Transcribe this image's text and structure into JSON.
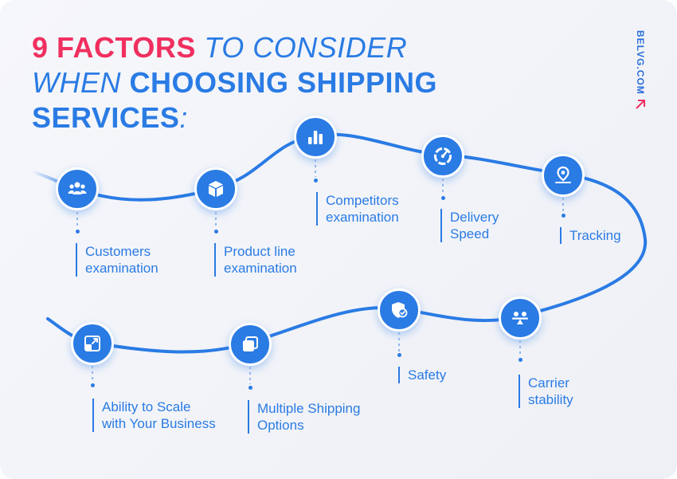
{
  "title": {
    "line1_bold": "9 FACTORS",
    "line1_light": " TO CONSIDER",
    "line2_light": "WHEN ",
    "line2_bold": "CHOOSING SHIPPING",
    "line3_bold": "SERVICES",
    "line3_colon": ":"
  },
  "brand": {
    "text": "BELVG.COM"
  },
  "colors": {
    "accent_blue": "#2a7be4",
    "accent_red": "#f0305f",
    "background": "#f2f4f9"
  },
  "factors": [
    {
      "icon": "people-icon",
      "line1": "Customers",
      "line2": "examination"
    },
    {
      "icon": "box-icon",
      "line1": "Product line",
      "line2": "examination"
    },
    {
      "icon": "bar-chart-icon",
      "line1": "Competitors",
      "line2": "examination"
    },
    {
      "icon": "speedometer-icon",
      "line1": "Delivery",
      "line2": "Speed"
    },
    {
      "icon": "location-pin-icon",
      "line1": "Tracking",
      "line2": ""
    },
    {
      "icon": "scale-balance-icon",
      "line1": "Carrier",
      "line2": "stability"
    },
    {
      "icon": "shield-check-icon",
      "line1": "Safety",
      "line2": ""
    },
    {
      "icon": "layers-icon",
      "line1": "Multiple Shipping",
      "line2": "Options"
    },
    {
      "icon": "expand-icon",
      "line1": "Ability to Scale",
      "line2": "with Your Business"
    }
  ]
}
